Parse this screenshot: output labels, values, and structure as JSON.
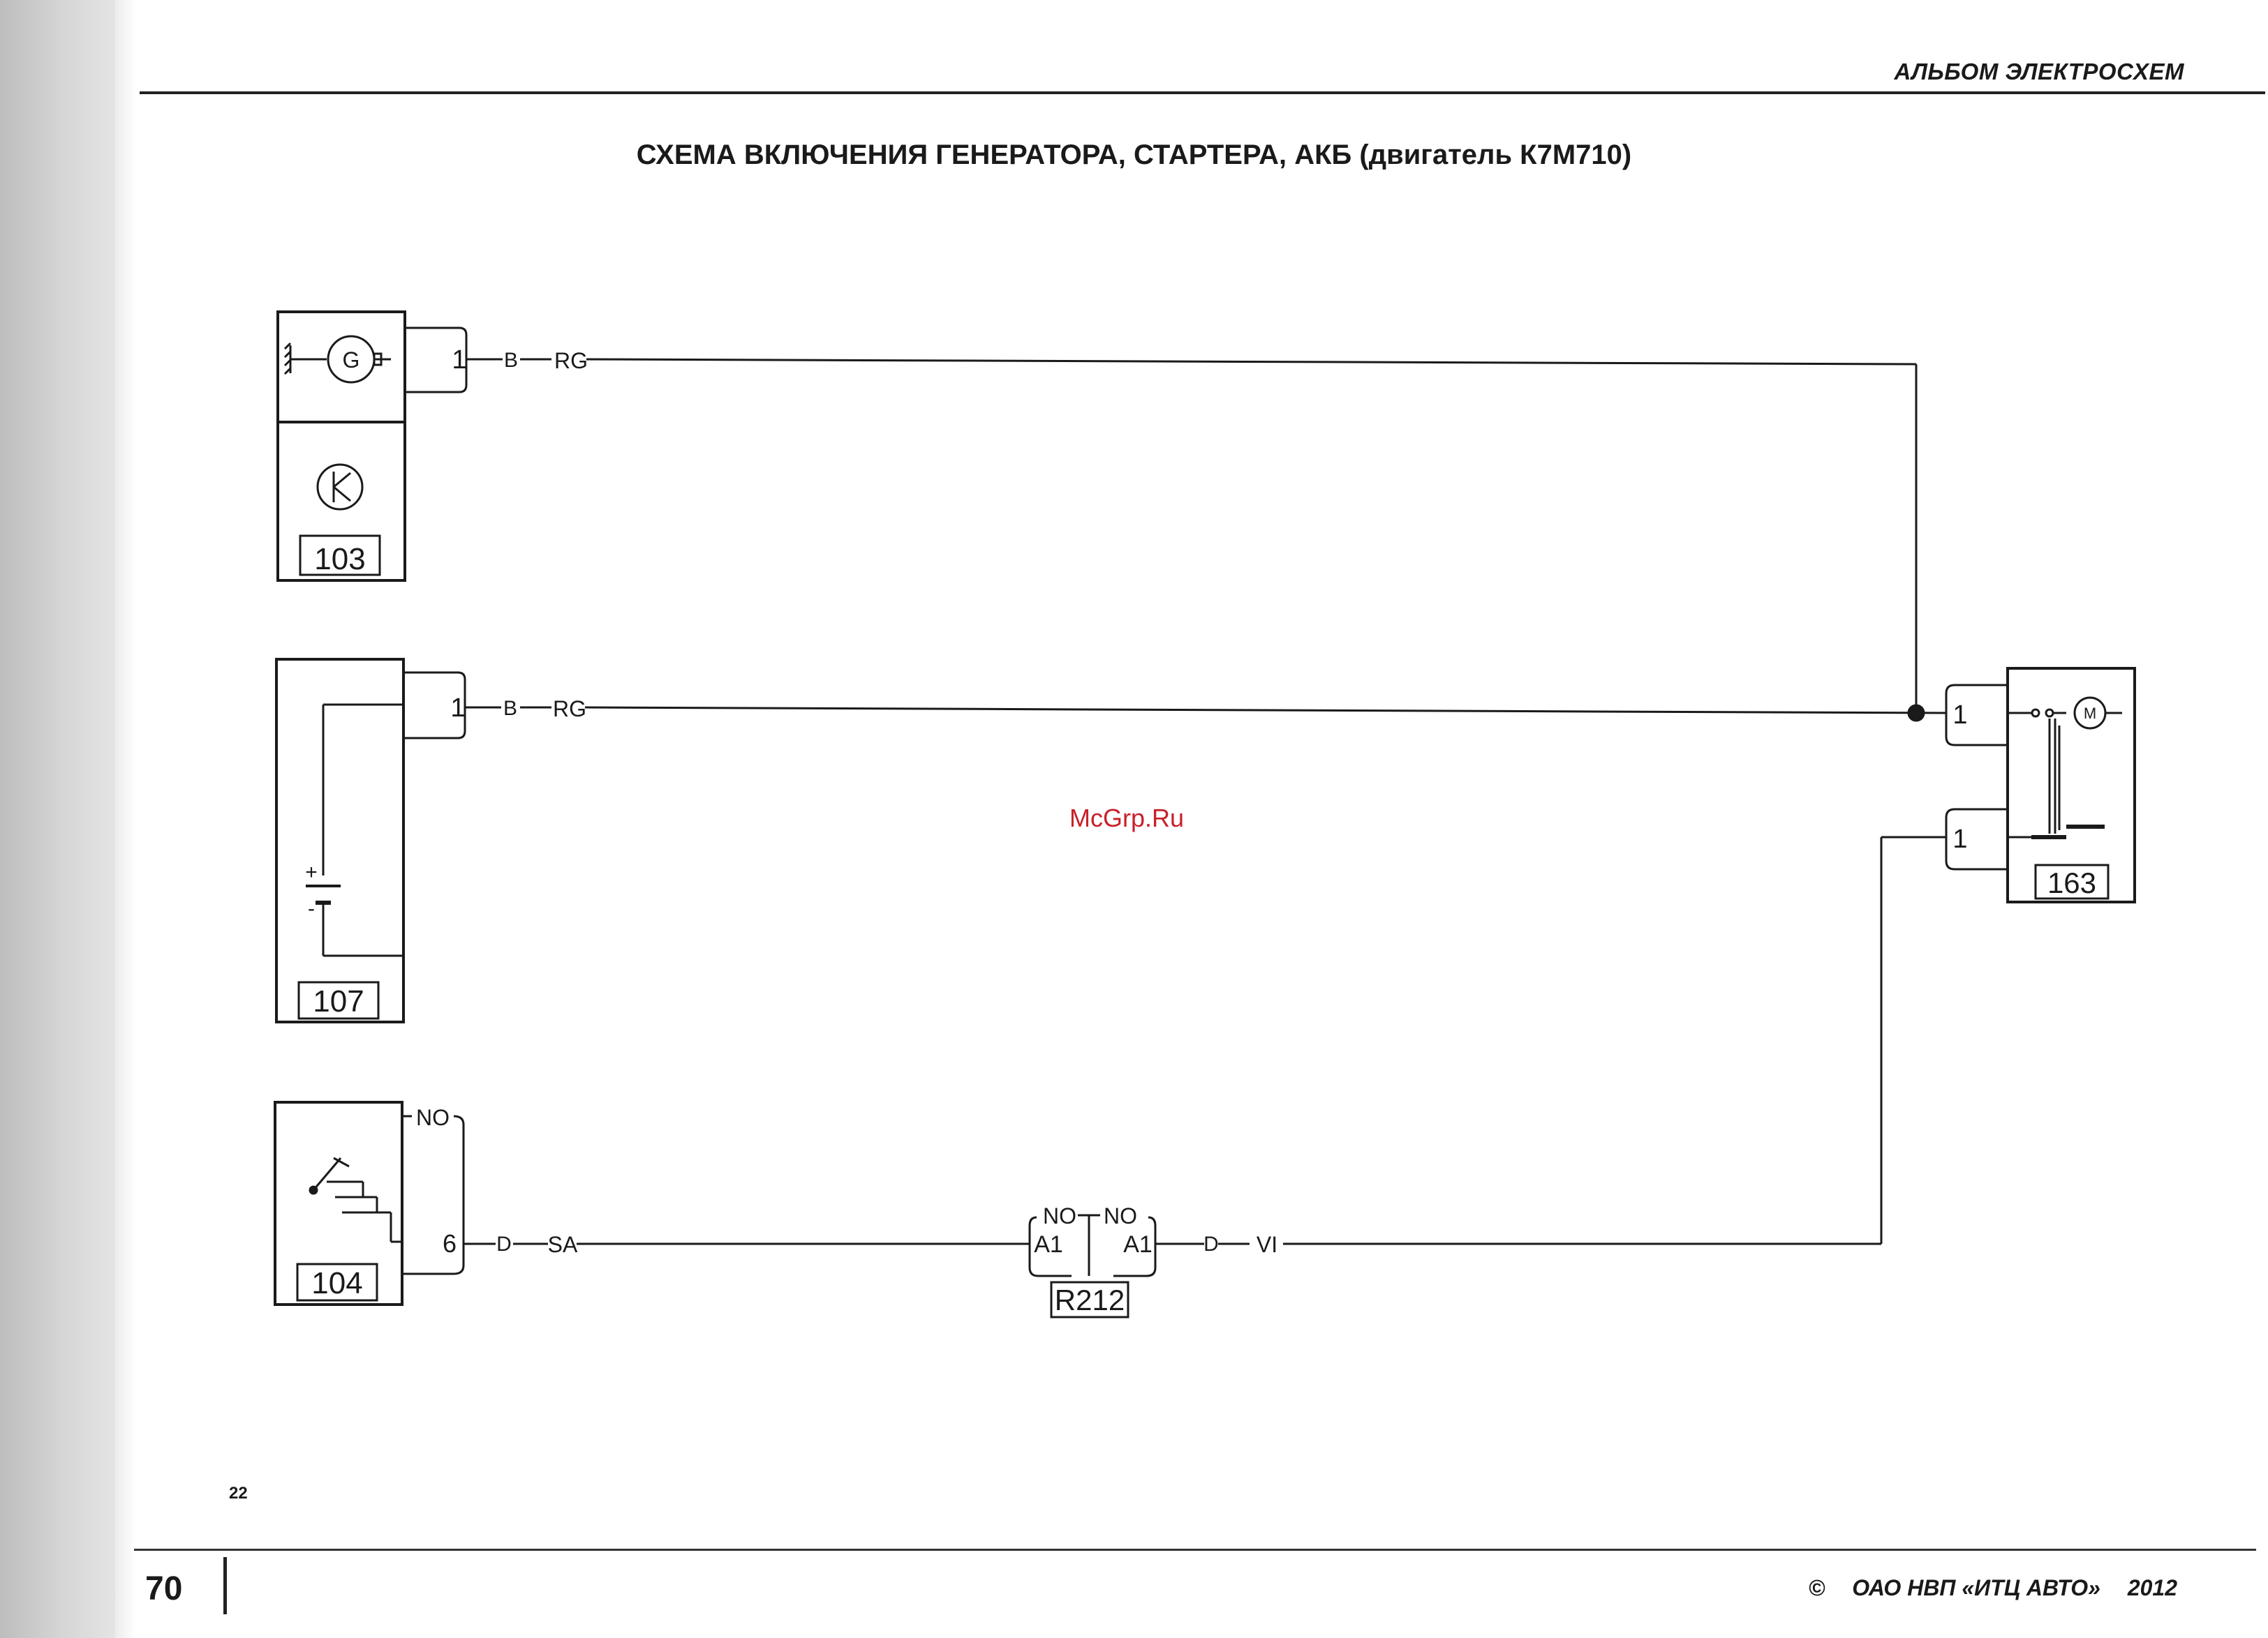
{
  "header": {
    "album": "АЛЬБОМ ЭЛЕКТРОСХЕМ"
  },
  "title": "СХЕМА ВКЛЮЧЕНИЯ ГЕНЕРАТОРА, СТАРТЕРА, АКБ (двигатель К7М710)",
  "watermark": "McGrp.Ru",
  "components": {
    "generator": {
      "code": "103",
      "symbol": "G",
      "pin": "1"
    },
    "battery": {
      "code": "107",
      "pin": "1",
      "plus": "+",
      "minus": "-"
    },
    "ignition_switch": {
      "code": "104",
      "pin": "6",
      "label": "NO"
    },
    "relay": {
      "code": "R212",
      "left_label": "NO",
      "right_label": "NO",
      "left_pin": "A1",
      "right_pin": "A1"
    },
    "starter": {
      "code": "163",
      "symbol": "M",
      "pin_top": "1",
      "pin_bottom": "1"
    }
  },
  "wires": {
    "generator": {
      "section": "B",
      "code": "RG"
    },
    "battery": {
      "section": "B",
      "code": "RG"
    },
    "switch": {
      "section": "D",
      "code": "SA"
    },
    "relay_out": {
      "section": "D",
      "code": "VI"
    }
  },
  "footer": {
    "sheet": "22",
    "page_number": "70",
    "copyright_symbol": "©",
    "publisher": "ОАО НВП «ИТЦ АВТО»",
    "year": "2012"
  }
}
